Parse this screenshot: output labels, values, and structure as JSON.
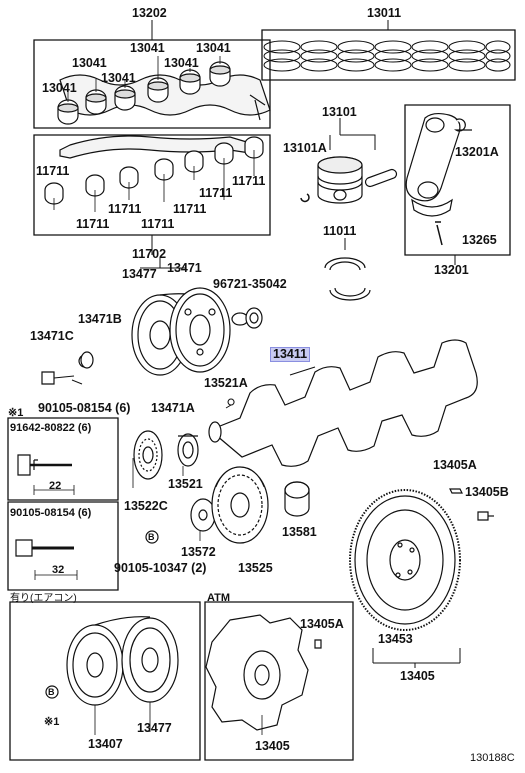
{
  "parts": {
    "p13202": "13202",
    "p13011": "13011",
    "p13041_a": "13041",
    "p13041_b": "13041",
    "p13041_c": "13041",
    "p13041_d": "13041",
    "p13041_e": "13041",
    "p13041_f": "13041",
    "p13101": "13101",
    "p13101a": "13101A",
    "p13201a": "13201A",
    "p11711_a": "11711",
    "p11711_b": "11711",
    "p11711_c": "11711",
    "p11711_d": "11711",
    "p11711_e": "11711",
    "p11711_f": "11711",
    "p11711_g": "11711",
    "p11011": "11011",
    "p13265": "13265",
    "p13201": "13201",
    "p11702": "11702",
    "p13477": "13477",
    "p13471": "13471",
    "p96721": "96721-35042",
    "p13471b": "13471B",
    "p13471c": "13471C",
    "p13411": "13411",
    "p13521a": "13521A",
    "p13471a": "13471A",
    "p90105_08154": "90105-08154 (6)",
    "p13405a": "13405A",
    "p13405b": "13405B",
    "p13522c": "13522C",
    "p13521": "13521",
    "p13581": "13581",
    "p13572": "13572",
    "p13525": "13525",
    "p90105_10347": "90105-10347 (2)",
    "p13453": "13453",
    "p13405": "13405",
    "p13407": "13407",
    "p13477_b": "13477",
    "p13405a_b": "13405A",
    "p13405_b": "13405"
  },
  "notes": {
    "ref1": "※1",
    "ref1_b": "※1",
    "bolt1": "91642-80822 (6)",
    "bolt1_len": "22",
    "bolt2": "90105-08154 (6)",
    "bolt2_len": "32",
    "ac_label": "有り(エアコン)",
    "atm_label": "ATM",
    "circle_b": "B",
    "diagram_id": "130188C"
  }
}
